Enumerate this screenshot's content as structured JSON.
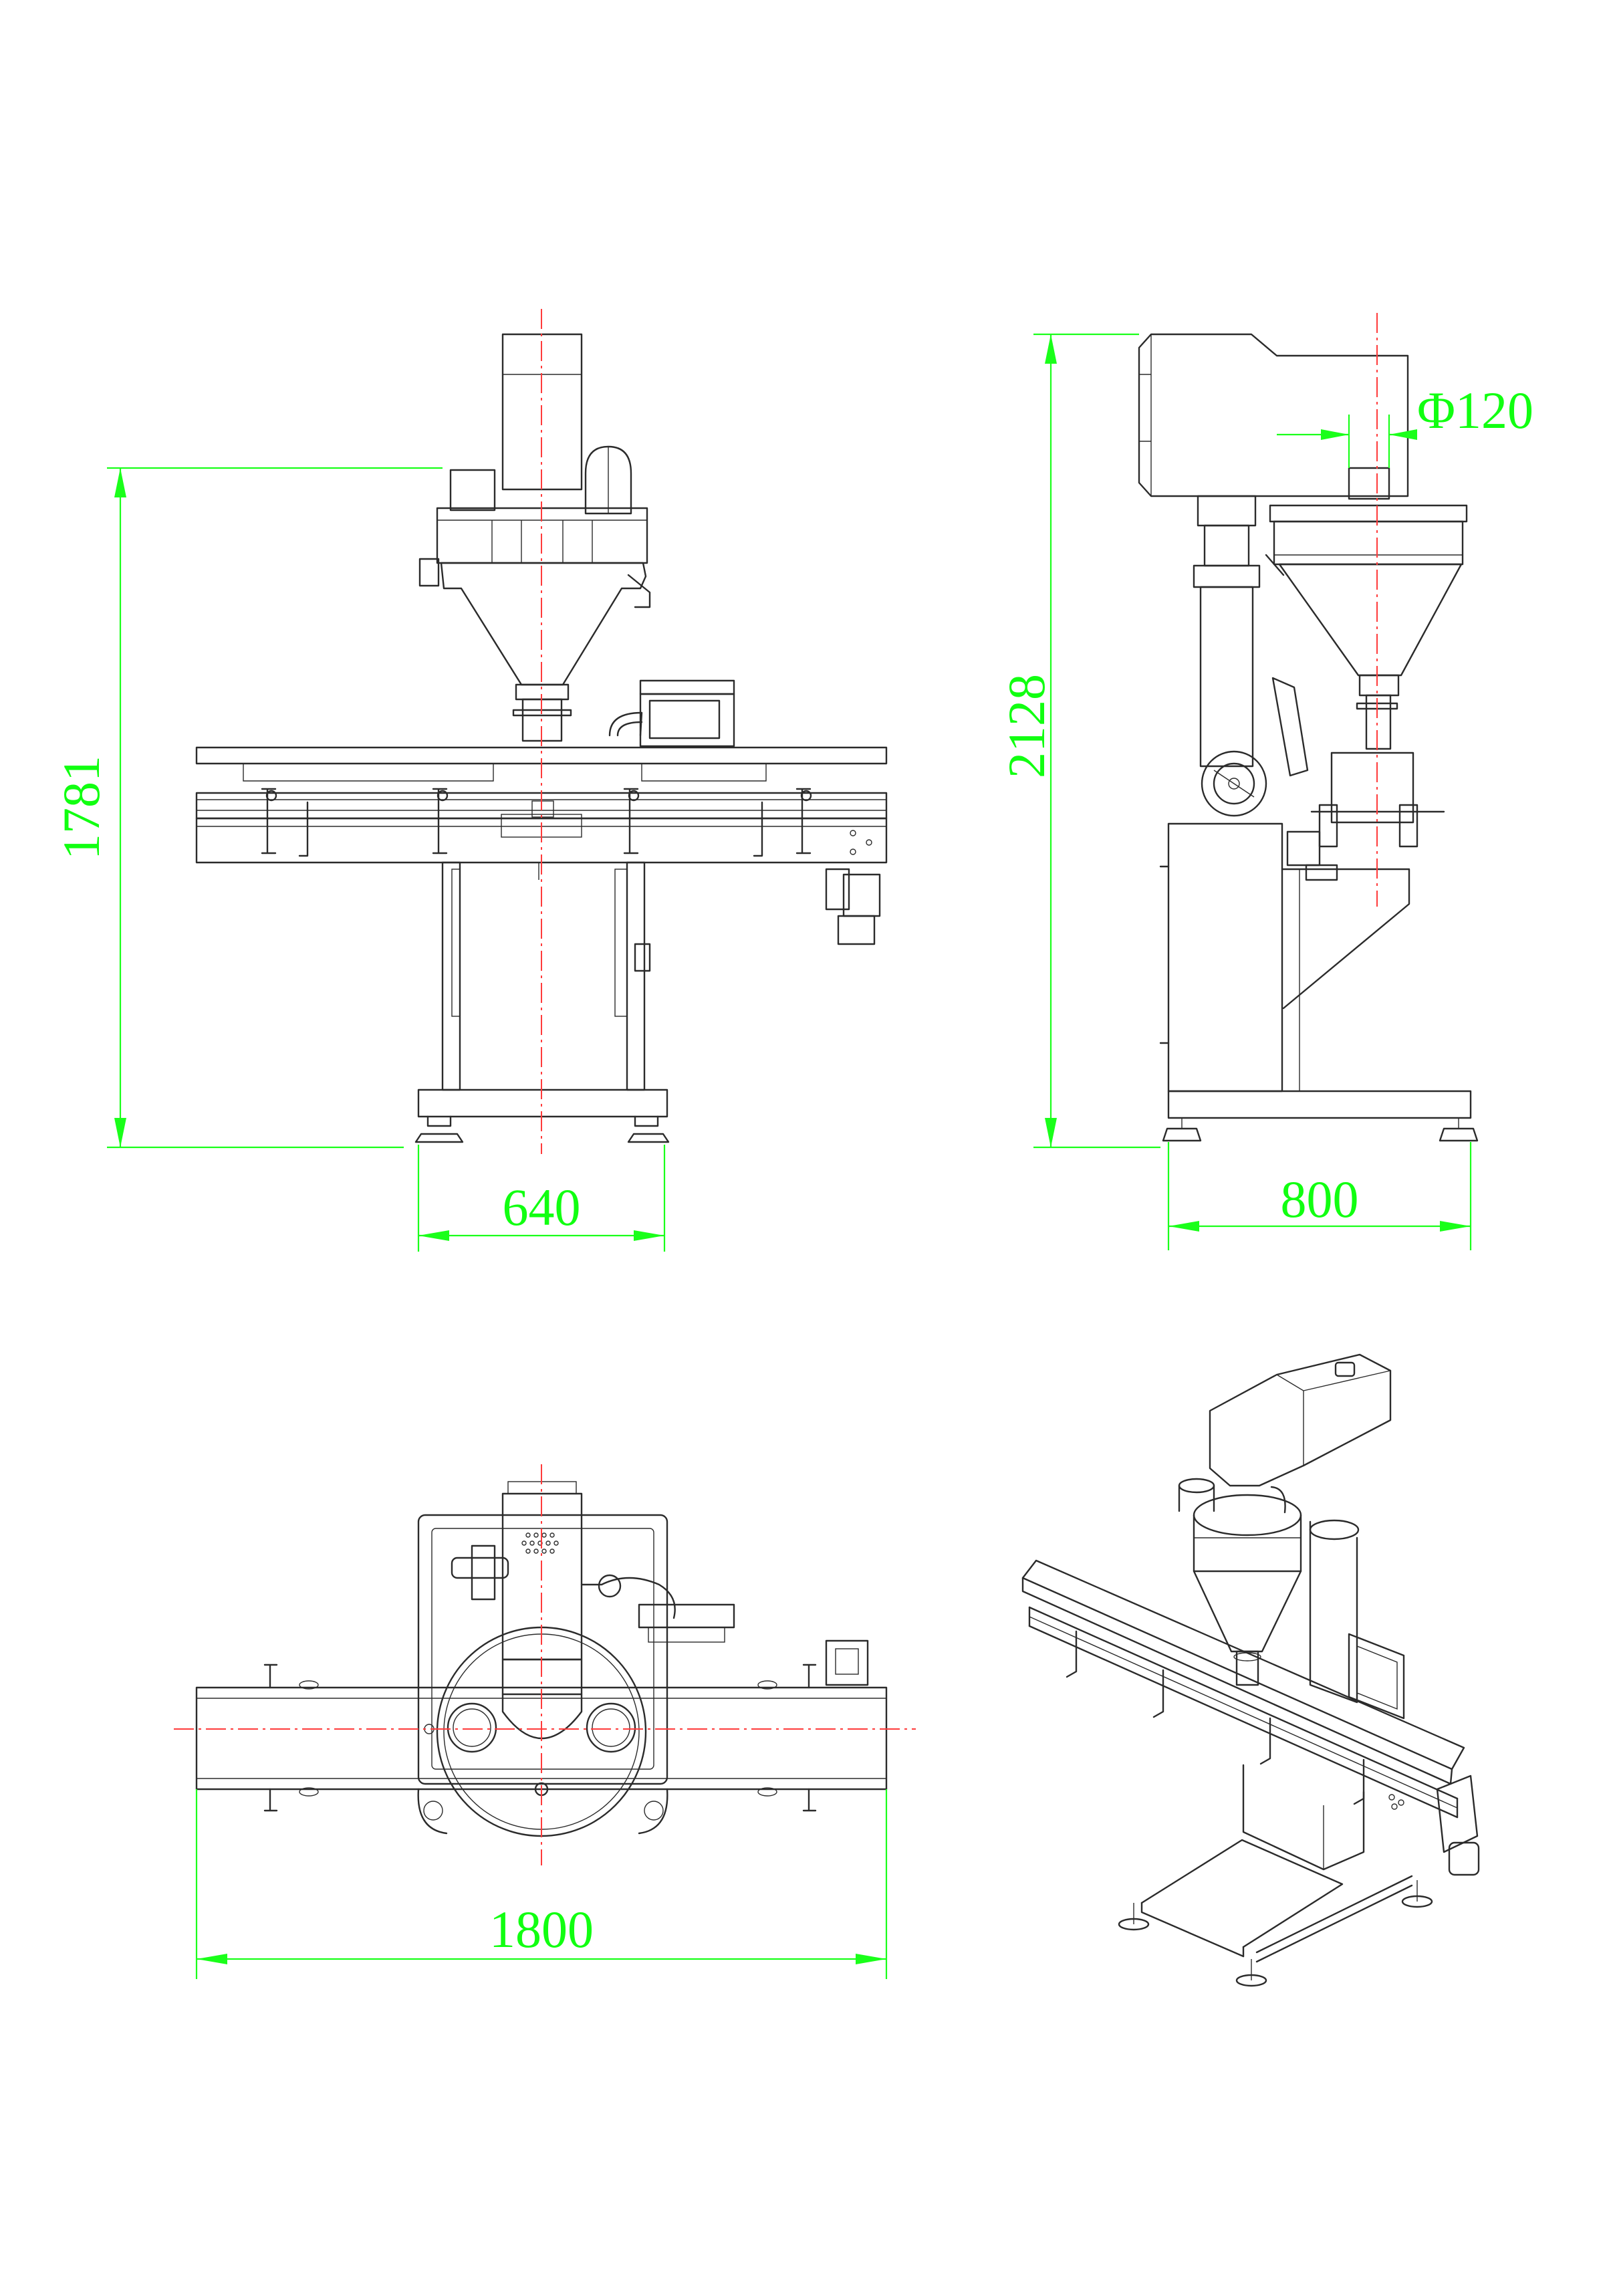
{
  "colors": {
    "line": "#2b2b2b",
    "centerline": "#ff3b3b",
    "dimension": "#1aff1a"
  },
  "views": {
    "front": {
      "height_dim": "1781",
      "width_dim": "640"
    },
    "side": {
      "height_dim": "2128",
      "diameter_dim": "Φ120",
      "width_dim": "800"
    },
    "top": {
      "width_dim": "1800"
    },
    "iso": {}
  }
}
